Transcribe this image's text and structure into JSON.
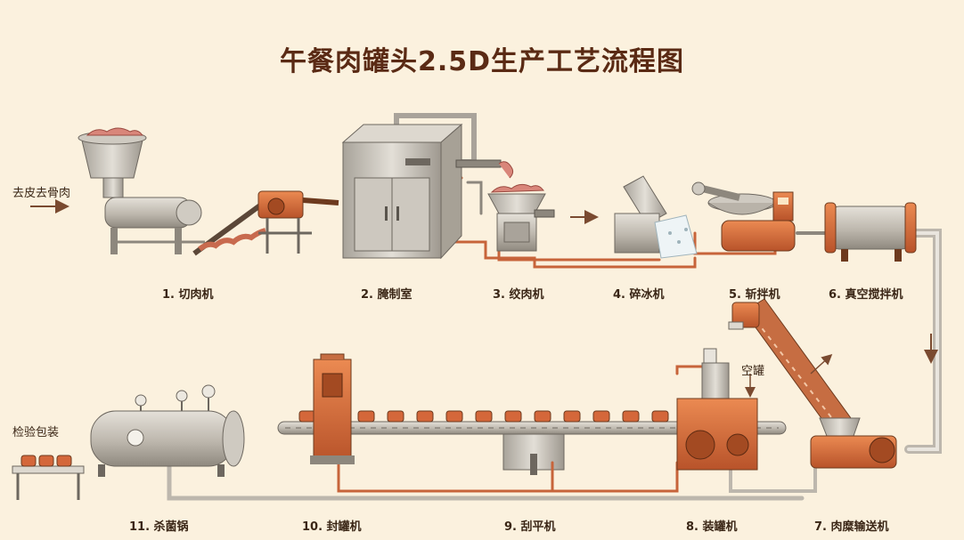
{
  "title": "午餐肉罐头2.5D生产工艺流程图",
  "intake_label": "去皮去骨肉",
  "empty_can_label": "空罐",
  "output_label": "检验包装",
  "steps": [
    {
      "label": "1. 切肉机"
    },
    {
      "label": "2. 腌制室"
    },
    {
      "label": "3. 绞肉机"
    },
    {
      "label": "4. 碎冰机"
    },
    {
      "label": "5. 斩拌机"
    },
    {
      "label": "6. 真空搅拌机"
    },
    {
      "label": "7. 肉糜输送机"
    },
    {
      "label": "8. 装罐机"
    },
    {
      "label": "9. 刮平机"
    },
    {
      "label": "10. 封罐机"
    },
    {
      "label": "11. 杀菌锅"
    }
  ],
  "colors": {
    "background": "#fbf1de",
    "steel": "#c9c4bb",
    "copper": "#d46a35",
    "title": "#5a2a14",
    "pipe": "#b8b2a8"
  }
}
